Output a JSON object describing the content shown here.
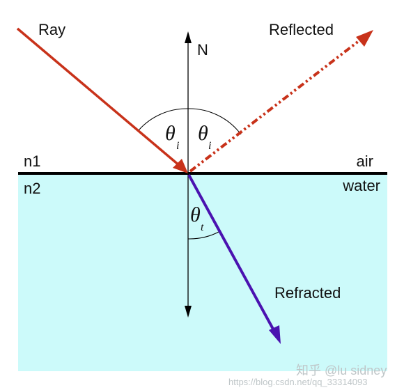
{
  "labels": {
    "ray": "Ray",
    "reflected": "Reflected",
    "refracted": "Refracted",
    "normal": "N",
    "n1": "n1",
    "n2": "n2",
    "air": "air",
    "water": "water"
  },
  "angles": {
    "theta": "θ",
    "incident_sub": "i",
    "reflected_sub": "i",
    "refracted_sub": "t"
  },
  "watermark": {
    "brand": "知乎 @lu sidney",
    "url": "https://blog.csdn.net/qq_33314093"
  },
  "colors": {
    "incident_ray": "#c8321a",
    "reflected_ray": "#c8321a",
    "refracted_ray": "#4a12b0",
    "water": "#ccfafa",
    "interface": "#000000"
  }
}
